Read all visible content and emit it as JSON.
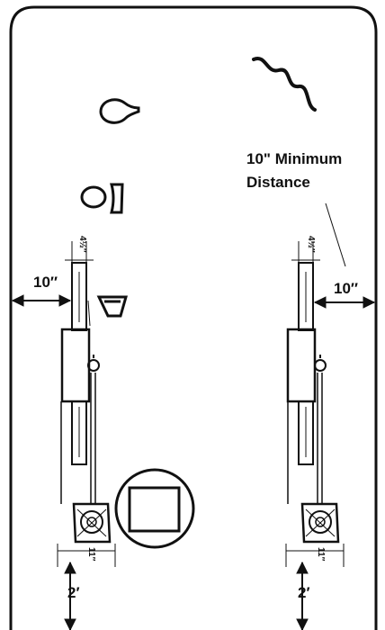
{
  "labels": {
    "min_distance_line1": "10\" Minimum",
    "min_distance_line2": "Distance",
    "left_clearance": "10″",
    "right_clearance": "10″",
    "left_bottom": "2′",
    "right_bottom": "2′",
    "left_fraction": "4½″",
    "right_fraction": "4½″",
    "left_small": "11″",
    "right_small": "11″"
  },
  "colors": {
    "ink": "#111111",
    "background": "#ffffff"
  }
}
